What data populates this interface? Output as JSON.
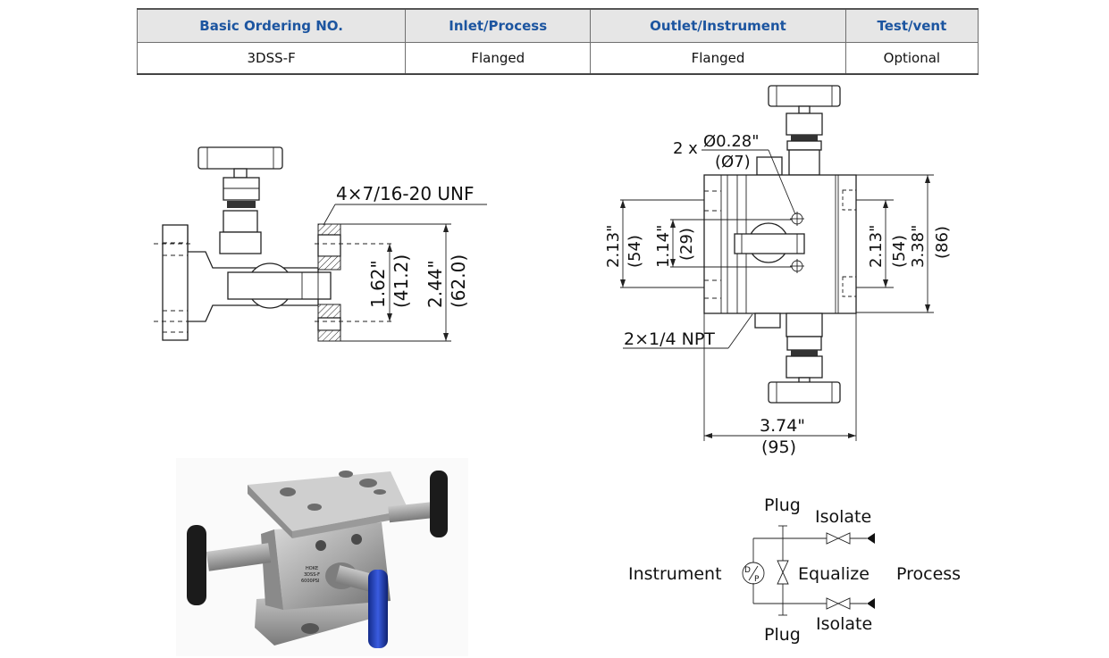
{
  "spec_table": {
    "headers": [
      "Basic Ordering NO.",
      "Inlet/Process",
      "Outlet/Instrument",
      "Test/vent"
    ],
    "rows": [
      [
        "3DSS-F",
        "Flanged",
        "Flanged",
        "Optional"
      ]
    ],
    "header_text_color": "#1c55a0",
    "header_bg": "#e6e6e6"
  },
  "side_view": {
    "thread_callout": "4×7/16-20 UNF",
    "dim_inner_in": "1.62\"",
    "dim_inner_mm": "(41.2)",
    "dim_outer_in": "2.44\"",
    "dim_outer_mm": "(62.0)"
  },
  "front_view": {
    "hole_callout_prefix": "2 x",
    "hole_callout_in": "Ø0.28\"",
    "hole_callout_mm": "(Ø7)",
    "left_dim_outer_in": "2.13\"",
    "left_dim_outer_mm": "(54)",
    "left_dim_inner_in": "1.14\"",
    "left_dim_inner_mm": "(29)",
    "right_dim_inner_in": "2.13\"",
    "right_dim_inner_mm": "(54)",
    "right_dim_outer_in": "3.38\"",
    "right_dim_outer_mm": "(86)",
    "npt_callout": "2×1/4 NPT",
    "width_in": "3.74\"",
    "width_mm": "(95)"
  },
  "schematic": {
    "plug_top": "Plug",
    "plug_bottom": "Plug",
    "isolate_top": "Isolate",
    "isolate_bottom": "Isolate",
    "instrument": "Instrument",
    "equalize": "Equalize",
    "process": "Process",
    "dp_symbol_top": "D",
    "dp_symbol_bottom": "P"
  },
  "photo": {
    "description": "3-valve manifold, stainless steel body with two black handles and one blue equalize handle",
    "handle_colors": {
      "isolate": "#1b1b1b",
      "equalize": "#1f3fb5"
    }
  }
}
